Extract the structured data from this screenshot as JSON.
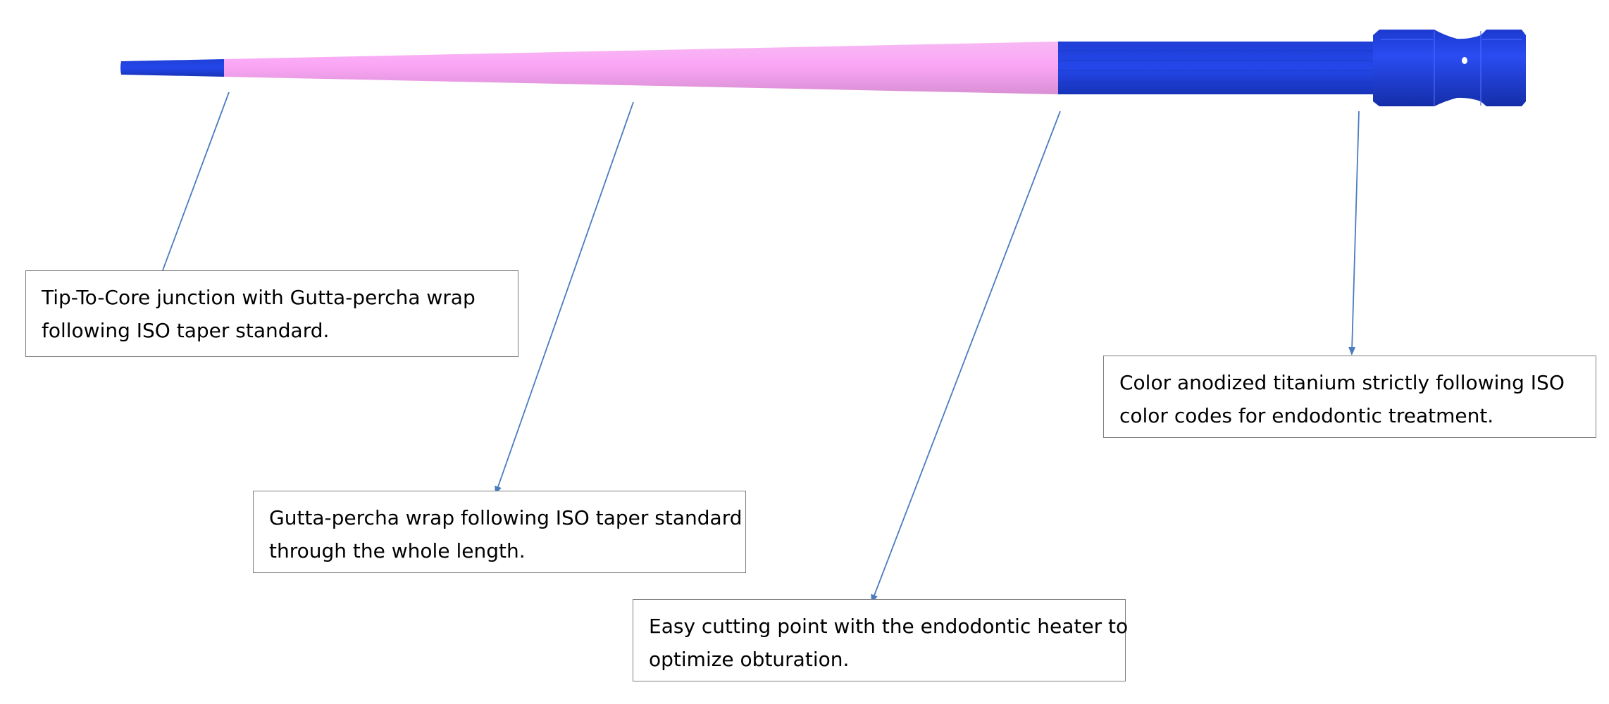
{
  "colors": {
    "titanium_blue": "#1a3fe0",
    "gutta_percha_pink": "#f8a9ee",
    "leader_line": "#4a7cc0",
    "box_border": "#7f7f7f"
  },
  "callouts": {
    "tip": {
      "line1": "Tip-To-Core junction with Gutta-percha wrap",
      "line2": "following ISO taper standard."
    },
    "wrap": {
      "line1": "Gutta-percha wrap following ISO taper standard",
      "line2": "through the whole length."
    },
    "cut": {
      "line1": "Easy cutting point with the endodontic heater to",
      "line2": "optimize obturation."
    },
    "color": {
      "line1": "Color anodized titanium strictly following ISO",
      "line2": "color codes for endodontic treatment."
    }
  }
}
